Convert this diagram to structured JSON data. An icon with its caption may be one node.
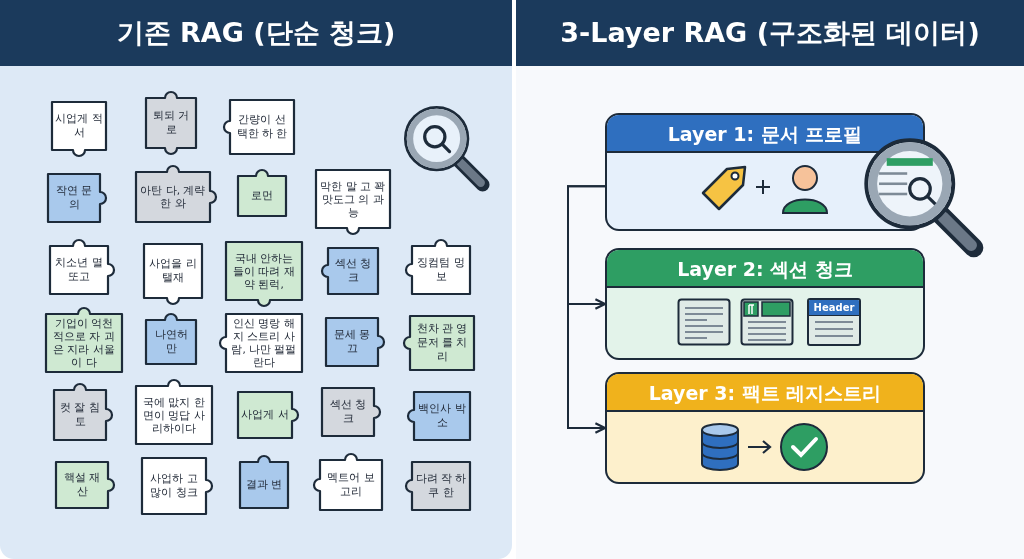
{
  "diagram": {
    "nodes": [
      {
        "text": [
          "기존 RAG (단순 청크)"
        ]
      },
      {
        "text": [
          "시업게 적서"
        ],
        "in": 0
      },
      {
        "text": [
          "퇴되 거로"
        ],
        "in": 0
      },
      {
        "text": [
          "간량이 선택한 하 한"
        ],
        "in": 0
      },
      {
        "text": [
          "아탄 다, 계략한 와"
        ],
        "in": 0
      },
      {
        "text": [
          "로먼"
        ],
        "in": 0
      },
      {
        "text": [
          "작연 문의"
        ],
        "in": 0
      },
      {
        "text": [
          "사업을 리 탤재"
        ],
        "in": 0
      },
      {
        "text": [
          "국내 안하는 들이 따려 재약 퇸럭,"
        ],
        "in": 0
      },
      {
        "text": [
          "막한 말 고 꽉 맛도그 의 과능"
        ],
        "in": 0
      },
      {
        "text": [
          "다려 작 하쿠 한"
        ],
        "in": 0
      },
      {
        "text": [
          "섹선 청크"
        ],
        "in": 0
      },
      {
        "text": [
          "치소년 멸또고"
        ],
        "in": 0
      },
      {
        "text": [
          "나연허 만"
        ],
        "in": 0
      },
      {
        "text": [
          "인신 명랑 해지 스트리 사람, 나만 펄펄 란다"
        ],
        "in": 0
      },
      {
        "text": [
          "징컴텀 멍보"
        ],
        "in": 0
      },
      {
        "text": [
          "문세 몽끄"
        ],
        "in": 0
      },
      {
        "text": [
          "기업이 억천 적으로 자 괴은 지라 서울이 다"
        ],
        "in": 0
      },
      {
        "text": [
          "섹선 청크"
        ],
        "in": 0
      },
      {
        "text": [
          "천차 관 영문저 를 치리"
        ],
        "in": 0
      },
      {
        "text": [
          "사업게 서"
        ],
        "in": 0
      },
      {
        "text": [
          "국에 맚지 한 면이 멍답 사리하이다"
        ],
        "in": 0
      },
      {
        "text": [
          "결과 변"
        ],
        "in": 0
      },
      {
        "text": [
          "컷 잘 침토"
        ],
        "in": 0
      },
      {
        "text": [
          "백인사 박소"
        ],
        "in": 0
      },
      {
        "text": [
          "멕트어 보고리"
        ],
        "in": 0
      },
      {
        "text": [
          "핵설 재산"
        ],
        "in": 0
      },
      {
        "text": [
          "사업하 고 많이 청크"
        ],
        "in": 0
      },
      {
        "text": [
          "3-Layer RAG (구조화된 데이터)"
        ]
      },
      {
        "text": [
          "Layer 1: 문서 프로필"
        ],
        "in": 28
      },
      {
        "text": [
          "Layer 2: 섹션 청크",
          "Header"
        ],
        "in": 28
      },
      {
        "text": [
          "Layer 3: 팩트 레지스트리"
        ],
        "in": 28
      }
    ],
    "edges": [
      {
        "from": 29,
        "to": 30,
        "arrow": "to"
      },
      {
        "from": 29,
        "to": 31,
        "arrow": "to"
      }
    ]
  }
}
